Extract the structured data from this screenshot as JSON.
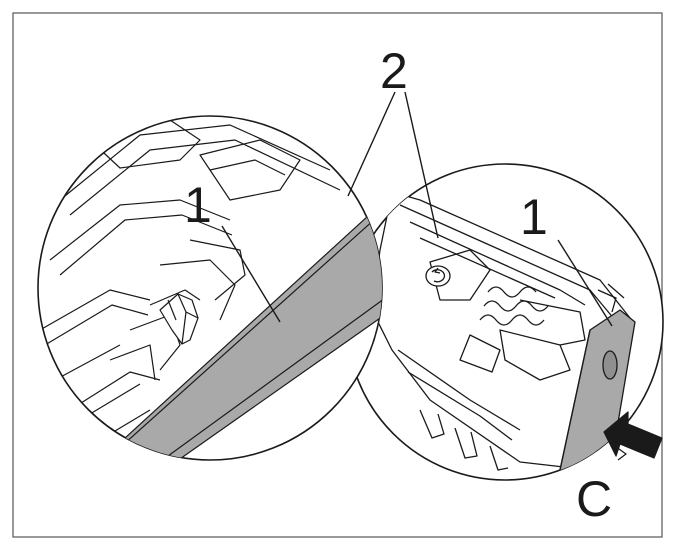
{
  "figure": {
    "labels": {
      "part_1_left": "1",
      "part_1_right": "1",
      "part_2": "2",
      "view_c": "C"
    },
    "colors": {
      "outline": "#1a1a1a",
      "roller_fill": "#a9a9a9",
      "roller_shadow": "#8f8f8f",
      "background": "#ffffff",
      "frame": "#555555"
    },
    "icons": [
      "direction-arrow-icon",
      "roller-tab-icon",
      "screw-hole-icon"
    ]
  }
}
